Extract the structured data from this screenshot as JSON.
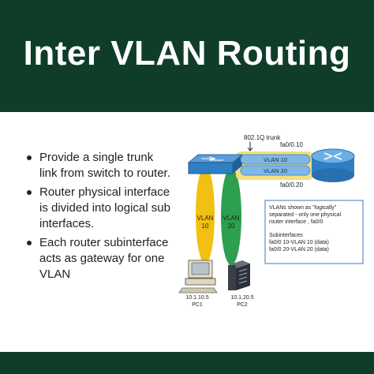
{
  "header": {
    "title": "Inter VLAN Routing"
  },
  "bullets": [
    "Provide a single trunk link from switch to router.",
    "Router physical interface is divided into logical sub interfaces.",
    "Each router subinterface acts as gateway for one VLAN"
  ],
  "diagram": {
    "trunk_label": "802.1Q trunk",
    "sub_top": "fa0/0.10",
    "sub_bottom": "fa0/0.20",
    "pipe_vlan_top": "VLAN 10",
    "pipe_vlan_bottom": "VLAN 20",
    "vlan10": {
      "l1": "VLAN",
      "l2": "10"
    },
    "vlan20": {
      "l1": "VLAN",
      "l2": "20"
    },
    "pc1": {
      "ip": "10.1.10.5",
      "name": "PC1"
    },
    "pc2": {
      "ip": "10.1.20.5",
      "name": "PC2"
    },
    "note": {
      "l1": "VLANs shown as \"logically\"",
      "l2": "separated - only one physical",
      "l3": "router interface , fa0/0",
      "l4": "Subinterfaces",
      "l5": "fa0/0 10-VLAN 10 (data)",
      "l6": "fa0/0 20-VLAN 20 (data)"
    }
  },
  "colors": {
    "header_bg": "#0f3d2a",
    "vlan10": "#f2c012",
    "vlan20": "#2e9e4f",
    "router": "#2f7fc3",
    "pipe": "#7fb7e8"
  }
}
